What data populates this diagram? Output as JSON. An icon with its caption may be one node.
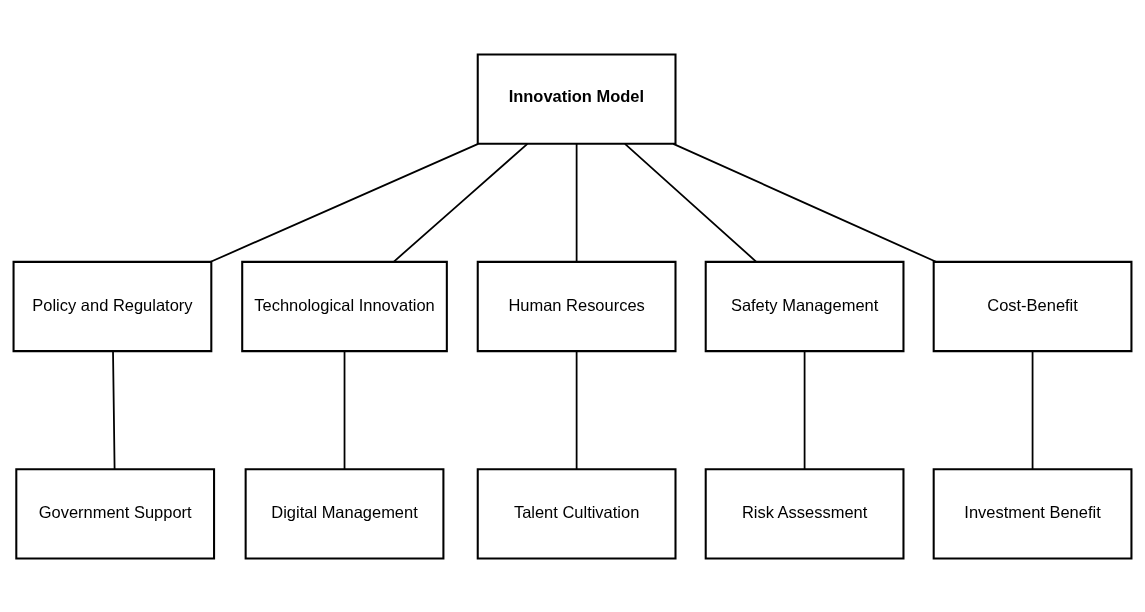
{
  "diagram": {
    "nodes": [
      {
        "text": [
          "Innovation Model"
        ]
      },
      {
        "text": [
          "Policy and Regulatory"
        ]
      },
      {
        "text": [
          "Technological Innovation"
        ]
      },
      {
        "text": [
          "Human Resources"
        ]
      },
      {
        "text": [
          "Safety Management"
        ]
      },
      {
        "text": [
          "Cost-Benefit"
        ]
      },
      {
        "text": [
          "Government Support"
        ]
      },
      {
        "text": [
          "Digital Management"
        ]
      },
      {
        "text": [
          "Talent Cultivation"
        ]
      },
      {
        "text": [
          "Risk Assessment"
        ]
      },
      {
        "text": [
          "Investment Benefit"
        ]
      }
    ],
    "edges": [
      {
        "from": 0,
        "to": 1,
        "arrow": "none"
      },
      {
        "from": 0,
        "to": 2,
        "arrow": "none"
      },
      {
        "from": 0,
        "to": 3,
        "arrow": "none"
      },
      {
        "from": 0,
        "to": 4,
        "arrow": "none"
      },
      {
        "from": 0,
        "to": 5,
        "arrow": "none"
      },
      {
        "from": 1,
        "to": 6,
        "arrow": "none"
      },
      {
        "from": 2,
        "to": 7,
        "arrow": "none"
      },
      {
        "from": 3,
        "to": 8,
        "arrow": "none"
      },
      {
        "from": 4,
        "to": 9,
        "arrow": "none"
      },
      {
        "from": 5,
        "to": 10,
        "arrow": "none"
      }
    ]
  }
}
